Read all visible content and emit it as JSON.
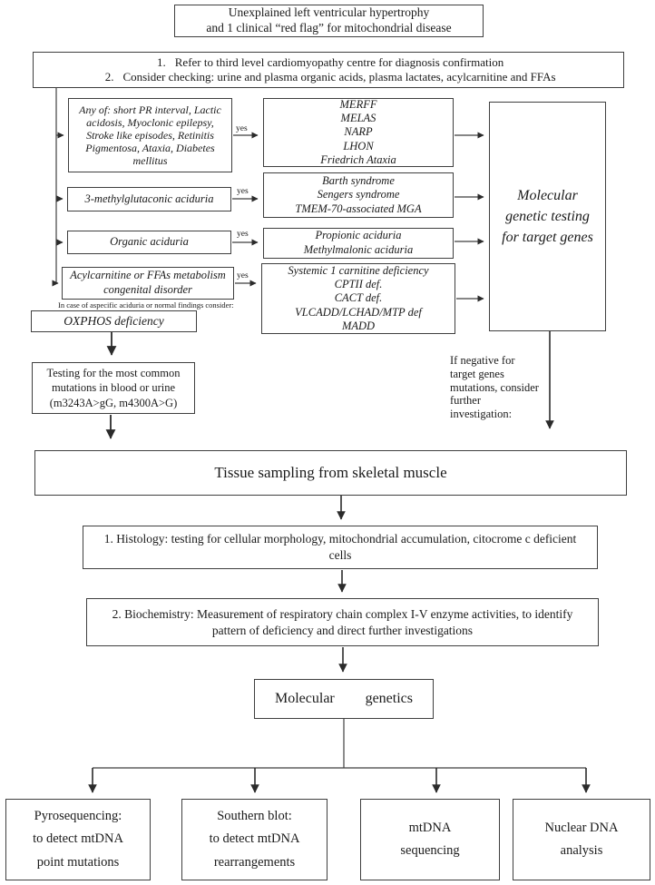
{
  "top_box": {
    "lines": [
      "Unexplained left ventricular hypertrophy",
      "and 1 clinical “red flag” for mitochondrial disease"
    ]
  },
  "referral_box": {
    "items": [
      {
        "num": "1.",
        "text": "Refer to third level cardiomyopathy centre for diagnosis confirmation"
      },
      {
        "num": "2.",
        "text": "Consider checking: urine and plasma organic acids, plasma lactates, acylcarnitine and FFAs"
      }
    ]
  },
  "screening_rows": [
    {
      "criteria": "Any of: short PR interval, Lactic acidosis, Myoclonic epilepsy, Stroke like episodes, Retinitis Pigmentosa, Ataxia, Diabetes mellitus",
      "label": "yes",
      "diseases": [
        "MERFF",
        "MELAS",
        "NARP",
        "LHON",
        "Friedrich Ataxia"
      ]
    },
    {
      "criteria": "3-methylglutaconic aciduria",
      "label": "yes",
      "diseases": [
        "Barth syndrome",
        "Sengers syndrome",
        "TMEM-70-associated MGA"
      ]
    },
    {
      "criteria": "Organic aciduria",
      "label": "yes",
      "diseases": [
        "Propionic aciduria",
        "Methylmalonic aciduria"
      ]
    },
    {
      "criteria": "Acylcarnitine or FFAs metabolism congenital disorder",
      "label": "yes",
      "diseases": [
        "Systemic 1 carnitine deficiency",
        "CPTII def.",
        "CACT def.",
        "VLCADD/LCHAD/MTP def",
        "MADD"
      ]
    }
  ],
  "molecular_target_box": {
    "lines": [
      "Molecular",
      "genetic testing",
      "for target genes"
    ]
  },
  "aspecific_note": "In case of aspecific aciduria or normal findings consider:",
  "oxphos_box": "OXPHOS deficiency",
  "testing_box": {
    "lines": [
      "Testing for the most common",
      "mutations in blood or urine",
      "(m3243A>gG, m4300A>G)"
    ]
  },
  "if_negative_note": {
    "lines": [
      "If negative for",
      "target genes",
      "mutations, consider",
      "further",
      "investigation:"
    ]
  },
  "tissue_box": "Tissue sampling from skeletal muscle",
  "histology_box": "1. Histology: testing for cellular morphology, mitochondrial accumulation, citocrome c deficient cells",
  "biochemistry_box": "2. Biochemistry: Measurement of respiratory chain complex I-V enzyme activities, to identify pattern of deficiency and direct further investigations",
  "molecular_genetics_box": {
    "word1": "Molecular",
    "word2": "genetics"
  },
  "bottom_boxes": [
    {
      "lines": [
        "Pyrosequencing:",
        "to detect mtDNA",
        "point mutations"
      ]
    },
    {
      "lines": [
        "Southern blot:",
        "to detect mtDNA",
        "rearrangements"
      ]
    },
    {
      "lines": [
        "mtDNA",
        "sequencing"
      ]
    },
    {
      "lines": [
        "Nuclear DNA",
        "analysis"
      ]
    }
  ],
  "colors": {
    "line": "#383838",
    "text": "#1a1a1a",
    "background": "#ffffff"
  }
}
